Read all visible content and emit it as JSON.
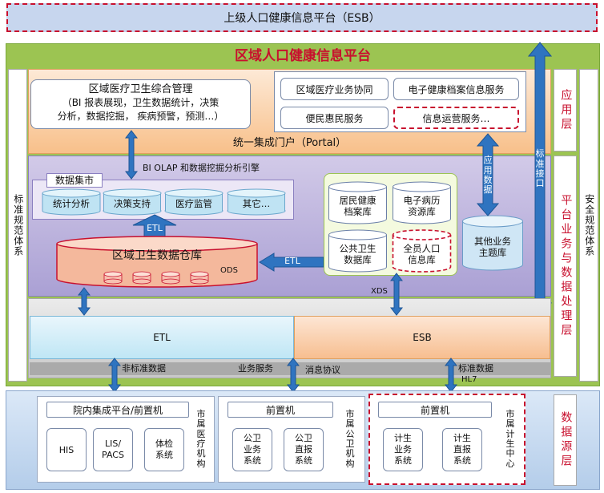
{
  "top_bar": {
    "title": "上级人口健康信息平台（ESB）"
  },
  "platform_header": {
    "title": "区域人口健康信息平台"
  },
  "left_label": "标准规范体系",
  "right_label": "安全规范体系",
  "layer_labels": {
    "app": "应用层",
    "platform": "平台业务与数据处理层",
    "data": "数据源层"
  },
  "app_layer": {
    "mgmt_title": "区域医疗卫生综合管理",
    "mgmt_desc": [
      "（BI 报表展现，卫生数据统计，决策",
      "分析，数据挖掘， 疾病预警，预测…）"
    ],
    "services": [
      "区域医疗业务协同",
      "电子健康档案信息服务",
      "便民惠民服务",
      "信息运营服务…"
    ],
    "portal": "统一集成门户（Portal）"
  },
  "platform_layer": {
    "bi_engine": "BI OLAP 和数据挖掘分析引擎",
    "data_mart_title": "数据集市",
    "data_mart_items": [
      "统计分析",
      "决策支持",
      "医疗监管",
      "其它…"
    ],
    "warehouse": "区域卫生数据仓库",
    "ods": "ODS",
    "etl_up": "ETL",
    "etl_left": "ETL",
    "databases": [
      "居民健康档案库",
      "电子病历资源库",
      "公共卫生数据库",
      "全员人口信息库"
    ],
    "other_db": "其他业务主题库",
    "app_data": "应用数据",
    "std_interface": "标准接口",
    "xds": "XDS"
  },
  "bus": {
    "etl": "ETL",
    "esb": "ESB"
  },
  "bus_labels": {
    "non_std": "非标准数据",
    "biz_service": "业务服务",
    "msg_protocol": "消息协议",
    "std_data": "标准数据",
    "hl7": "HL7"
  },
  "data_source": {
    "groups": [
      {
        "header": "院内集成平台/前置机",
        "items": [
          "HIS",
          "LIS/ PACS",
          "体检系统"
        ],
        "side": "市属医疗机构"
      },
      {
        "header": "前置机",
        "items": [
          "公卫业务系统",
          "公卫直报系统"
        ],
        "side": "市属公卫机构"
      },
      {
        "header": "前置机",
        "items": [
          "计生业务系统",
          "计生直报系统"
        ],
        "side": "市属计生中心"
      }
    ]
  }
}
